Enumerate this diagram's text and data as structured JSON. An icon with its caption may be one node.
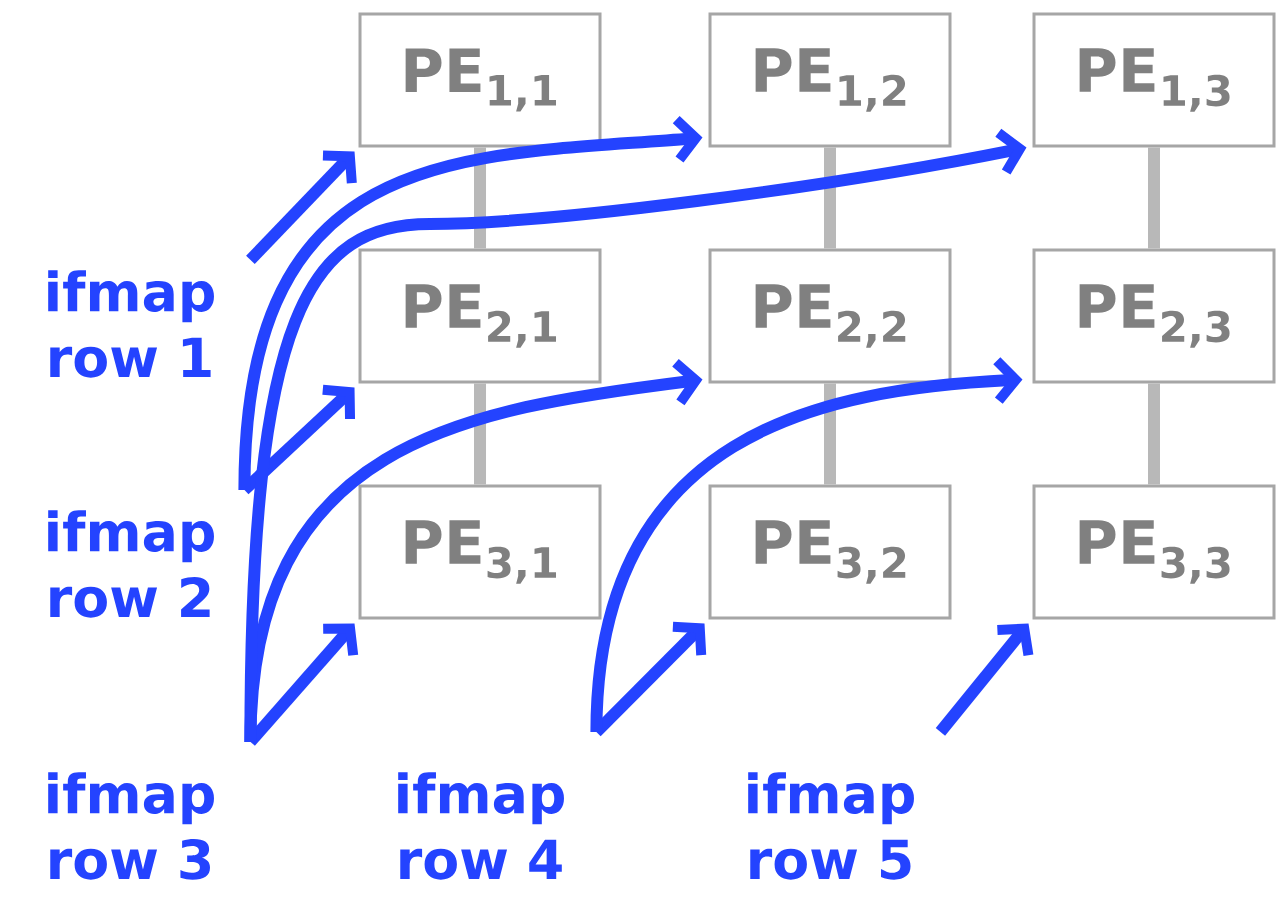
{
  "diagram": {
    "nodes": [
      {
        "text": [
          "PE$_{1,1}$"
        ]
      },
      {
        "text": [
          "PE$_{1,2}$"
        ]
      },
      {
        "text": [
          "PE$_{1,3}$"
        ]
      },
      {
        "text": [
          "PE$_{2,1}$"
        ]
      },
      {
        "text": [
          "PE$_{2,2}$"
        ]
      },
      {
        "text": [
          "PE$_{2,3}$"
        ]
      },
      {
        "text": [
          "PE$_{3,1}$"
        ]
      },
      {
        "text": [
          "PE$_{3,2}$"
        ]
      },
      {
        "text": [
          "PE$_{3,3}$"
        ]
      },
      {
        "text": [
          "ifmap row 1"
        ]
      },
      {
        "text": [
          "ifmap row 2"
        ]
      },
      {
        "text": [
          "ifmap row 3"
        ]
      },
      {
        "text": [
          "ifmap row 4"
        ]
      },
      {
        "text": [
          "ifmap row 5"
        ]
      }
    ],
    "edges": [
      {
        "from": 0,
        "to": 3,
        "arrow": "none",
        "color": "#b8b8b8"
      },
      {
        "from": 3,
        "to": 6,
        "arrow": "none",
        "color": "#b8b8b8"
      },
      {
        "from": 1,
        "to": 4,
        "arrow": "none",
        "color": "#b8b8b8"
      },
      {
        "from": 4,
        "to": 7,
        "arrow": "none",
        "color": "#b8b8b8"
      },
      {
        "from": 2,
        "to": 5,
        "arrow": "none",
        "color": "#b8b8b8"
      },
      {
        "from": 5,
        "to": 8,
        "arrow": "none",
        "color": "#b8b8b8"
      },
      {
        "from": 9,
        "to": 0,
        "arrow": "to"
      },
      {
        "from": 10,
        "to": 3,
        "arrow": "to"
      },
      {
        "from": 10,
        "to": 1,
        "arrow": "to"
      },
      {
        "from": 11,
        "to": 6,
        "arrow": "to"
      },
      {
        "from": 11,
        "to": 4,
        "arrow": "to"
      },
      {
        "from": 11,
        "to": 2,
        "arrow": "to"
      },
      {
        "from": 12,
        "to": 7,
        "arrow": "to"
      },
      {
        "from": 12,
        "to": 5,
        "arrow": "to"
      },
      {
        "from": 13,
        "to": 8,
        "arrow": "to"
      }
    ]
  }
}
